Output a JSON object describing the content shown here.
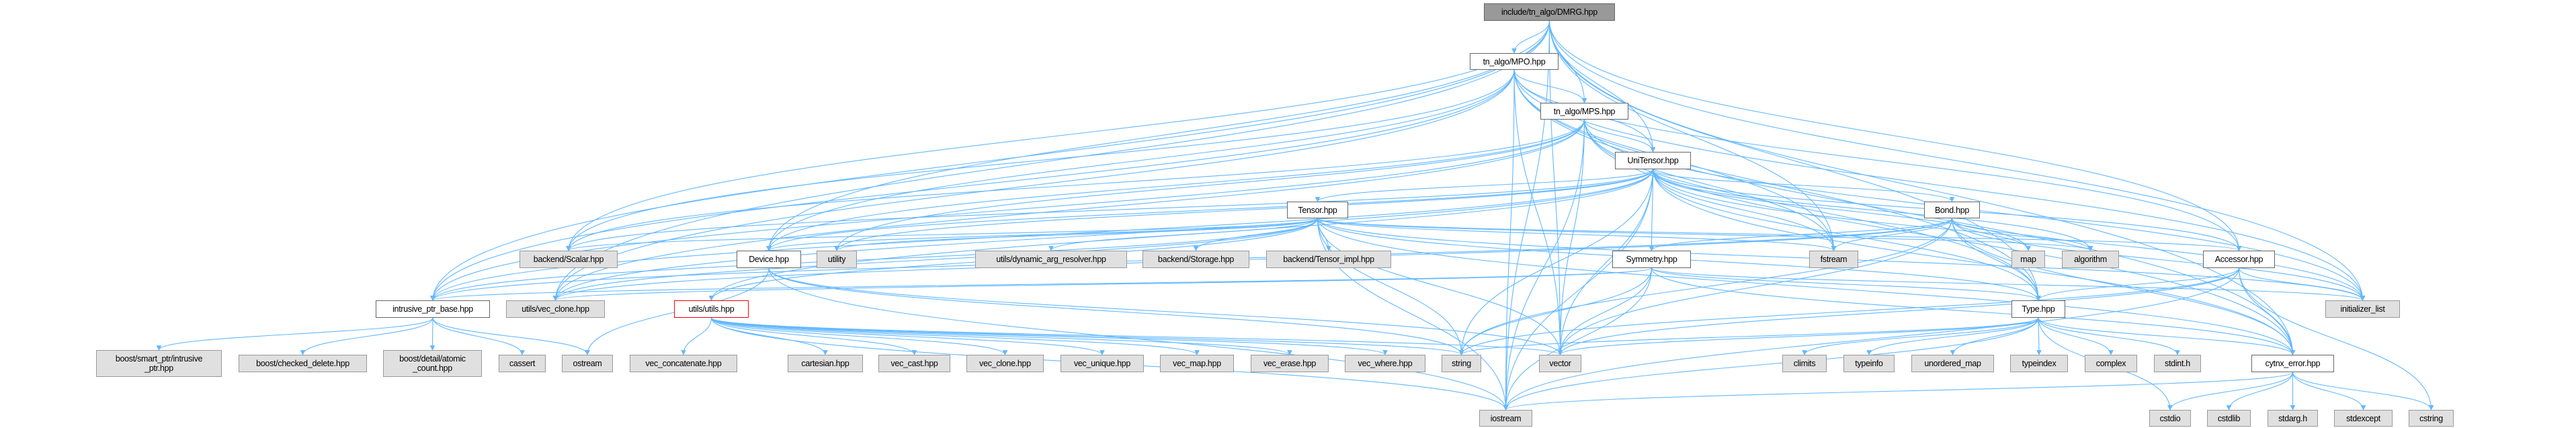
{
  "colors": {
    "edge": "#63b8ff",
    "root_fill": "#999999",
    "external_fill": "#e0e0e0",
    "highlight_border": "#ff0000"
  },
  "nodes": {
    "dmrg": "include/tn_algo/DMRG.hpp",
    "mpo": "tn_algo/MPO.hpp",
    "mps": "tn_algo/MPS.hpp",
    "unitensor": "UniTensor.hpp",
    "tensor": "Tensor.hpp",
    "bond": "Bond.hpp",
    "scalar": "backend/Scalar.hpp",
    "device": "Device.hpp",
    "utility": "utility",
    "dynarg": "utils/dynamic_arg_resolver.hpp",
    "storage": "backend/Storage.hpp",
    "tensorimpl": "backend/Tensor_impl.hpp",
    "symmetry": "Symmetry.hpp",
    "fstream": "fstream",
    "map": "map",
    "algorithm": "algorithm",
    "accessor": "Accessor.hpp",
    "intrusive": "intrusive_ptr_base.hpp",
    "vecclone_utils": "utils/vec_clone.hpp",
    "utils": "utils/utils.hpp",
    "type": "Type.hpp",
    "initlist": "initializer_list",
    "boost_intrusive": "boost/smart_ptr/intrusive\n_ptr.hpp",
    "boost_checked": "boost/checked_delete.hpp",
    "boost_atomic": "boost/detail/atomic\n_count.hpp",
    "cassert": "cassert",
    "ostream": "ostream",
    "vec_concat": "vec_concatenate.hpp",
    "cartesian": "cartesian.hpp",
    "vec_cast": "vec_cast.hpp",
    "vec_clone": "vec_clone.hpp",
    "vec_unique": "vec_unique.hpp",
    "vec_map": "vec_map.hpp",
    "vec_erase": "vec_erase.hpp",
    "vec_where": "vec_where.hpp",
    "string": "string",
    "vector": "vector",
    "climits": "climits",
    "typeinfo": "typeinfo",
    "unordered_map": "unordered_map",
    "typeindex": "typeindex",
    "complex": "complex",
    "stdint": "stdint.h",
    "cytnx_error": "cytnx_error.hpp",
    "iostream": "iostream",
    "cstdio": "cstdio",
    "cstdlib": "cstdlib",
    "stdarg": "stdarg.h",
    "stdexcept": "stdexcept",
    "cstring": "cstring"
  },
  "edges": [
    [
      "dmrg",
      "mpo"
    ],
    [
      "dmrg",
      "mps"
    ],
    [
      "dmrg",
      "unitensor"
    ],
    [
      "dmrg",
      "accessor"
    ],
    [
      "dmrg",
      "initlist"
    ],
    [
      "dmrg",
      "cytnx_error"
    ],
    [
      "dmrg",
      "fstream"
    ],
    [
      "dmrg",
      "vector"
    ],
    [
      "dmrg",
      "iostream"
    ],
    [
      "dmrg",
      "intrusive"
    ],
    [
      "dmrg",
      "scalar"
    ],
    [
      "dmrg",
      "vecclone_utils"
    ],
    [
      "dmrg",
      "device"
    ],
    [
      "dmrg",
      "type"
    ],
    [
      "mpo",
      "mps"
    ],
    [
      "mpo",
      "unitensor"
    ],
    [
      "mpo",
      "scalar"
    ],
    [
      "mpo",
      "intrusive"
    ],
    [
      "mpo",
      "vecclone_utils"
    ],
    [
      "mpo",
      "fstream"
    ],
    [
      "mpo",
      "vector"
    ],
    [
      "mpo",
      "iostream"
    ],
    [
      "mpo",
      "accessor"
    ],
    [
      "mpo",
      "initlist"
    ],
    [
      "mpo",
      "cytnx_error"
    ],
    [
      "mpo",
      "device"
    ],
    [
      "mpo",
      "type"
    ],
    [
      "mps",
      "unitensor"
    ],
    [
      "mps",
      "scalar"
    ],
    [
      "mps",
      "intrusive"
    ],
    [
      "mps",
      "vecclone_utils"
    ],
    [
      "mps",
      "fstream"
    ],
    [
      "mps",
      "vector"
    ],
    [
      "mps",
      "iostream"
    ],
    [
      "mps",
      "cytnx_error"
    ],
    [
      "mps",
      "initlist"
    ],
    [
      "mps",
      "type"
    ],
    [
      "mps",
      "device"
    ],
    [
      "mps",
      "utility"
    ],
    [
      "unitensor",
      "tensor"
    ],
    [
      "unitensor",
      "bond"
    ],
    [
      "unitensor",
      "symmetry"
    ],
    [
      "unitensor",
      "scalar"
    ],
    [
      "unitensor",
      "device"
    ],
    [
      "unitensor",
      "intrusive"
    ],
    [
      "unitensor",
      "vecclone_utils"
    ],
    [
      "unitensor",
      "utils"
    ],
    [
      "unitensor",
      "fstream"
    ],
    [
      "unitensor",
      "map"
    ],
    [
      "unitensor",
      "algorithm"
    ],
    [
      "unitensor",
      "accessor"
    ],
    [
      "unitensor",
      "initlist"
    ],
    [
      "unitensor",
      "cytnx_error"
    ],
    [
      "unitensor",
      "type"
    ],
    [
      "unitensor",
      "vector"
    ],
    [
      "unitensor",
      "iostream"
    ],
    [
      "unitensor",
      "utility"
    ],
    [
      "unitensor",
      "string"
    ],
    [
      "tensor",
      "dynarg"
    ],
    [
      "tensor",
      "storage"
    ],
    [
      "tensor",
      "tensorimpl"
    ],
    [
      "tensor",
      "scalar"
    ],
    [
      "tensor",
      "device"
    ],
    [
      "tensor",
      "utility"
    ],
    [
      "tensor",
      "intrusive"
    ],
    [
      "tensor",
      "vecclone_utils"
    ],
    [
      "tensor",
      "utils"
    ],
    [
      "tensor",
      "fstream"
    ],
    [
      "tensor",
      "algorithm"
    ],
    [
      "tensor",
      "accessor"
    ],
    [
      "tensor",
      "initlist"
    ],
    [
      "tensor",
      "cytnx_error"
    ],
    [
      "tensor",
      "type"
    ],
    [
      "tensor",
      "vector"
    ],
    [
      "tensor",
      "iostream"
    ],
    [
      "tensor",
      "string"
    ],
    [
      "bond",
      "symmetry"
    ],
    [
      "bond",
      "type"
    ],
    [
      "bond",
      "cytnx_error"
    ],
    [
      "bond",
      "fstream"
    ],
    [
      "bond",
      "map"
    ],
    [
      "bond",
      "algorithm"
    ],
    [
      "bond",
      "initlist"
    ],
    [
      "bond",
      "intrusive"
    ],
    [
      "bond",
      "vecclone_utils"
    ],
    [
      "bond",
      "vector"
    ],
    [
      "bond",
      "string"
    ],
    [
      "symmetry",
      "type"
    ],
    [
      "symmetry",
      "cytnx_error"
    ],
    [
      "symmetry",
      "intrusive"
    ],
    [
      "symmetry",
      "vecclone_utils"
    ],
    [
      "symmetry",
      "string"
    ],
    [
      "symmetry",
      "vector"
    ],
    [
      "symmetry",
      "iostream"
    ],
    [
      "symmetry",
      "initlist"
    ],
    [
      "accessor",
      "type"
    ],
    [
      "accessor",
      "cytnx_error"
    ],
    [
      "accessor",
      "initlist"
    ],
    [
      "accessor",
      "vector"
    ],
    [
      "accessor",
      "string"
    ],
    [
      "accessor",
      "iostream"
    ],
    [
      "accessor",
      "cstring"
    ],
    [
      "type",
      "climits"
    ],
    [
      "type",
      "typeinfo"
    ],
    [
      "type",
      "unordered_map"
    ],
    [
      "type",
      "typeindex"
    ],
    [
      "type",
      "complex"
    ],
    [
      "type",
      "stdint"
    ],
    [
      "type",
      "cytnx_error"
    ],
    [
      "type",
      "cstdio"
    ],
    [
      "type",
      "string"
    ],
    [
      "type",
      "vector"
    ],
    [
      "type",
      "iostream"
    ],
    [
      "cytnx_error",
      "cstdio"
    ],
    [
      "cytnx_error",
      "cstdlib"
    ],
    [
      "cytnx_error",
      "stdarg"
    ],
    [
      "cytnx_error",
      "stdexcept"
    ],
    [
      "cytnx_error",
      "cstring"
    ],
    [
      "cytnx_error",
      "iostream"
    ],
    [
      "device",
      "string"
    ],
    [
      "device",
      "vector"
    ],
    [
      "device",
      "iostream"
    ],
    [
      "device",
      "ostream"
    ],
    [
      "intrusive",
      "boost_intrusive"
    ],
    [
      "intrusive",
      "boost_checked"
    ],
    [
      "intrusive",
      "boost_atomic"
    ],
    [
      "intrusive",
      "cassert"
    ],
    [
      "intrusive",
      "ostream"
    ],
    [
      "utils",
      "vec_concat"
    ],
    [
      "utils",
      "cartesian"
    ],
    [
      "utils",
      "vec_cast"
    ],
    [
      "utils",
      "vec_clone"
    ],
    [
      "utils",
      "vec_unique"
    ],
    [
      "utils",
      "vec_map"
    ],
    [
      "utils",
      "vec_erase"
    ],
    [
      "utils",
      "vec_where"
    ],
    [
      "utils",
      "string"
    ],
    [
      "utils",
      "vector"
    ],
    [
      "utils",
      "iostream"
    ]
  ]
}
